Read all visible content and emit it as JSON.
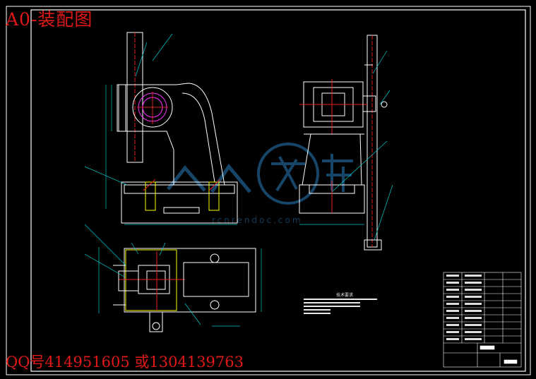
{
  "title": "A0-装配图",
  "contact": "QQ号414951605 或1304139763",
  "watermark": {
    "url": "rcnrendoc.com"
  },
  "tech_requirements_title": "技术要求",
  "colors": {
    "background": "#000000",
    "lines": "#ffffff",
    "center": "#e02020",
    "dims": "#00cccc",
    "accent": "#ffff00",
    "watermark": "#1f5c8a"
  }
}
